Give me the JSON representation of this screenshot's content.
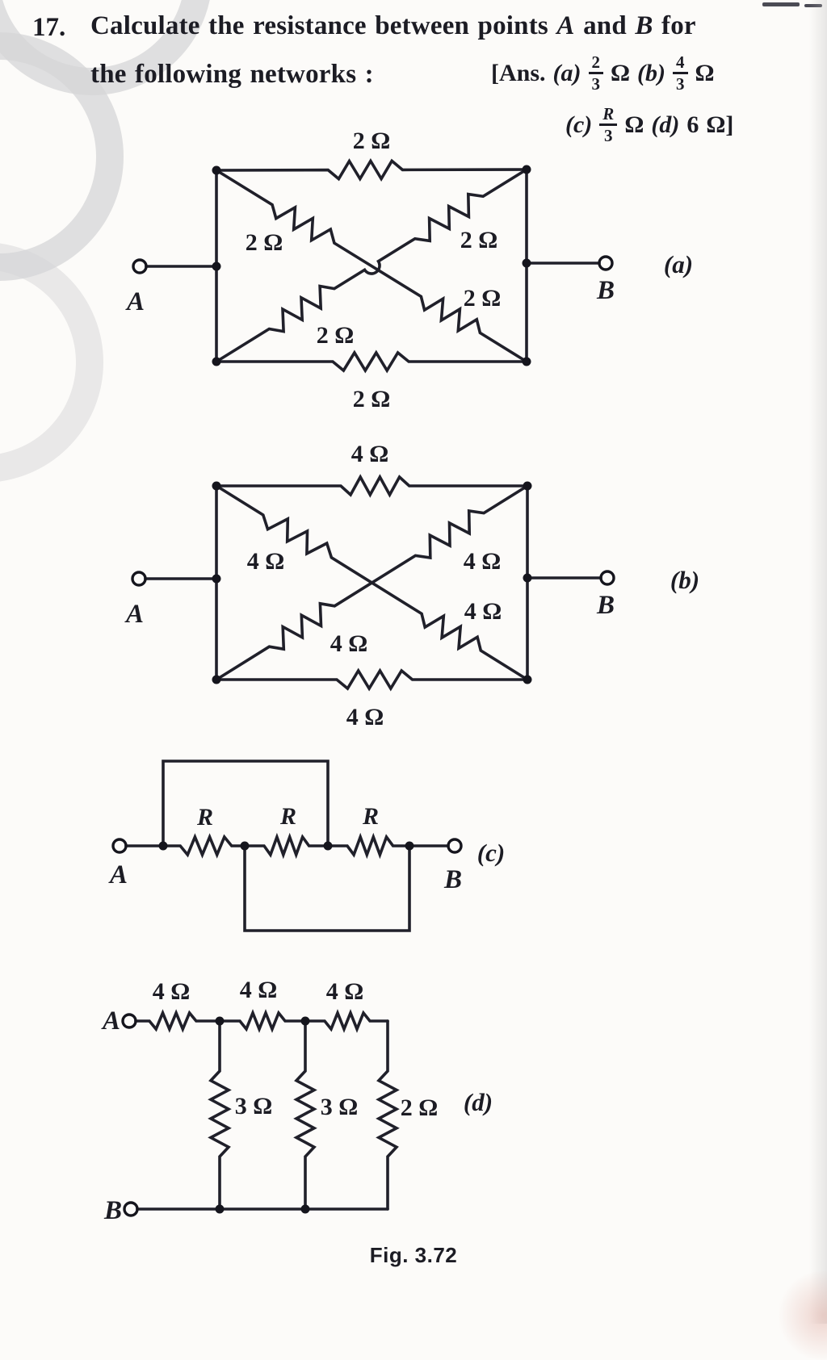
{
  "question": {
    "number": "17.",
    "text_before_A": "Calculate the resistance between points ",
    "point_A": "A",
    "text_between": " and ",
    "point_B": "B",
    "text_after": " for",
    "line2": "the following networks :"
  },
  "answers": {
    "prefix": "[Ans.",
    "a": {
      "label": "(a)",
      "num": "2",
      "den": "3",
      "unit": "Ω"
    },
    "b": {
      "label": "(b)",
      "num": "4",
      "den": "3",
      "unit": "Ω"
    },
    "c": {
      "label": "(c)",
      "num": "R",
      "den": "3",
      "unit": "Ω"
    },
    "d": {
      "label": "(d)",
      "value": "6",
      "unit": "Ω]"
    }
  },
  "circuits": {
    "a": {
      "label": "(a)",
      "terminal_left": "A",
      "terminal_right": "B",
      "resistors": {
        "top": "2 Ω",
        "upper_left": "2 Ω",
        "upper_right": "2 Ω",
        "lower_left": "2 Ω",
        "lower_right": "2 Ω",
        "bottom": "2 Ω"
      }
    },
    "b": {
      "label": "(b)",
      "terminal_left": "A",
      "terminal_right": "B",
      "resistors": {
        "top": "4 Ω",
        "upper_left": "4 Ω",
        "upper_right": "4 Ω",
        "lower_left": "4 Ω",
        "lower_right": "4 Ω",
        "bottom": "4 Ω"
      }
    },
    "c": {
      "label": "(c)",
      "terminal_left": "A",
      "terminal_right": "B",
      "resistors": {
        "r1": "R",
        "r2": "R",
        "r3": "R"
      }
    },
    "d": {
      "label": "(d)",
      "terminal_left": "A",
      "terminal_right": "B",
      "resistors": {
        "series1": "4 Ω",
        "series2": "4 Ω",
        "series3": "4 Ω",
        "shunt1": "3 Ω",
        "shunt2": "3 Ω",
        "shunt3": "2 Ω"
      }
    }
  },
  "caption": "Fig. 3.72"
}
